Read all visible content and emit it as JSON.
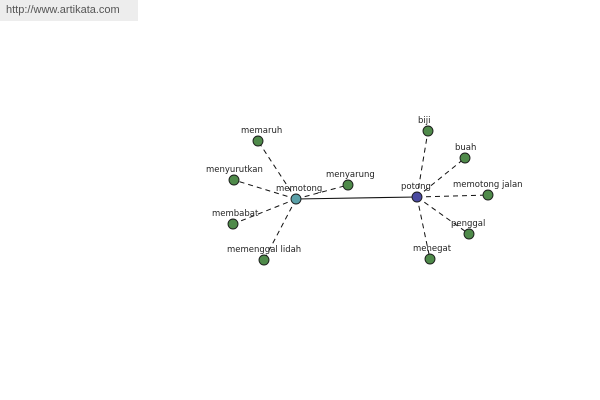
{
  "url_text": "http://www.artikata.com",
  "colors": {
    "leaf": "#4f8a4a",
    "hub_left": "#5aa0a8",
    "hub_right": "#4a4aa0",
    "edge": "#111111"
  },
  "graph": {
    "hubs": [
      {
        "id": "memotong",
        "label": "memotong",
        "color_key": "hub_left"
      },
      {
        "id": "potong",
        "label": "potong",
        "color_key": "hub_right"
      }
    ],
    "hub_link": [
      "memotong",
      "potong"
    ],
    "leaves": [
      {
        "label": "memaruh",
        "hub": "memotong"
      },
      {
        "label": "menyurutkan",
        "hub": "memotong"
      },
      {
        "label": "menyarung",
        "hub": "memotong"
      },
      {
        "label": "membabat",
        "hub": "memotong"
      },
      {
        "label": "memenggal lidah",
        "hub": "memotong"
      },
      {
        "label": "biji",
        "hub": "potong"
      },
      {
        "label": "buah",
        "hub": "potong"
      },
      {
        "label": "memotong jalan",
        "hub": "potong"
      },
      {
        "label": "penggal",
        "hub": "potong"
      },
      {
        "label": "menegat",
        "hub": "potong"
      }
    ]
  }
}
